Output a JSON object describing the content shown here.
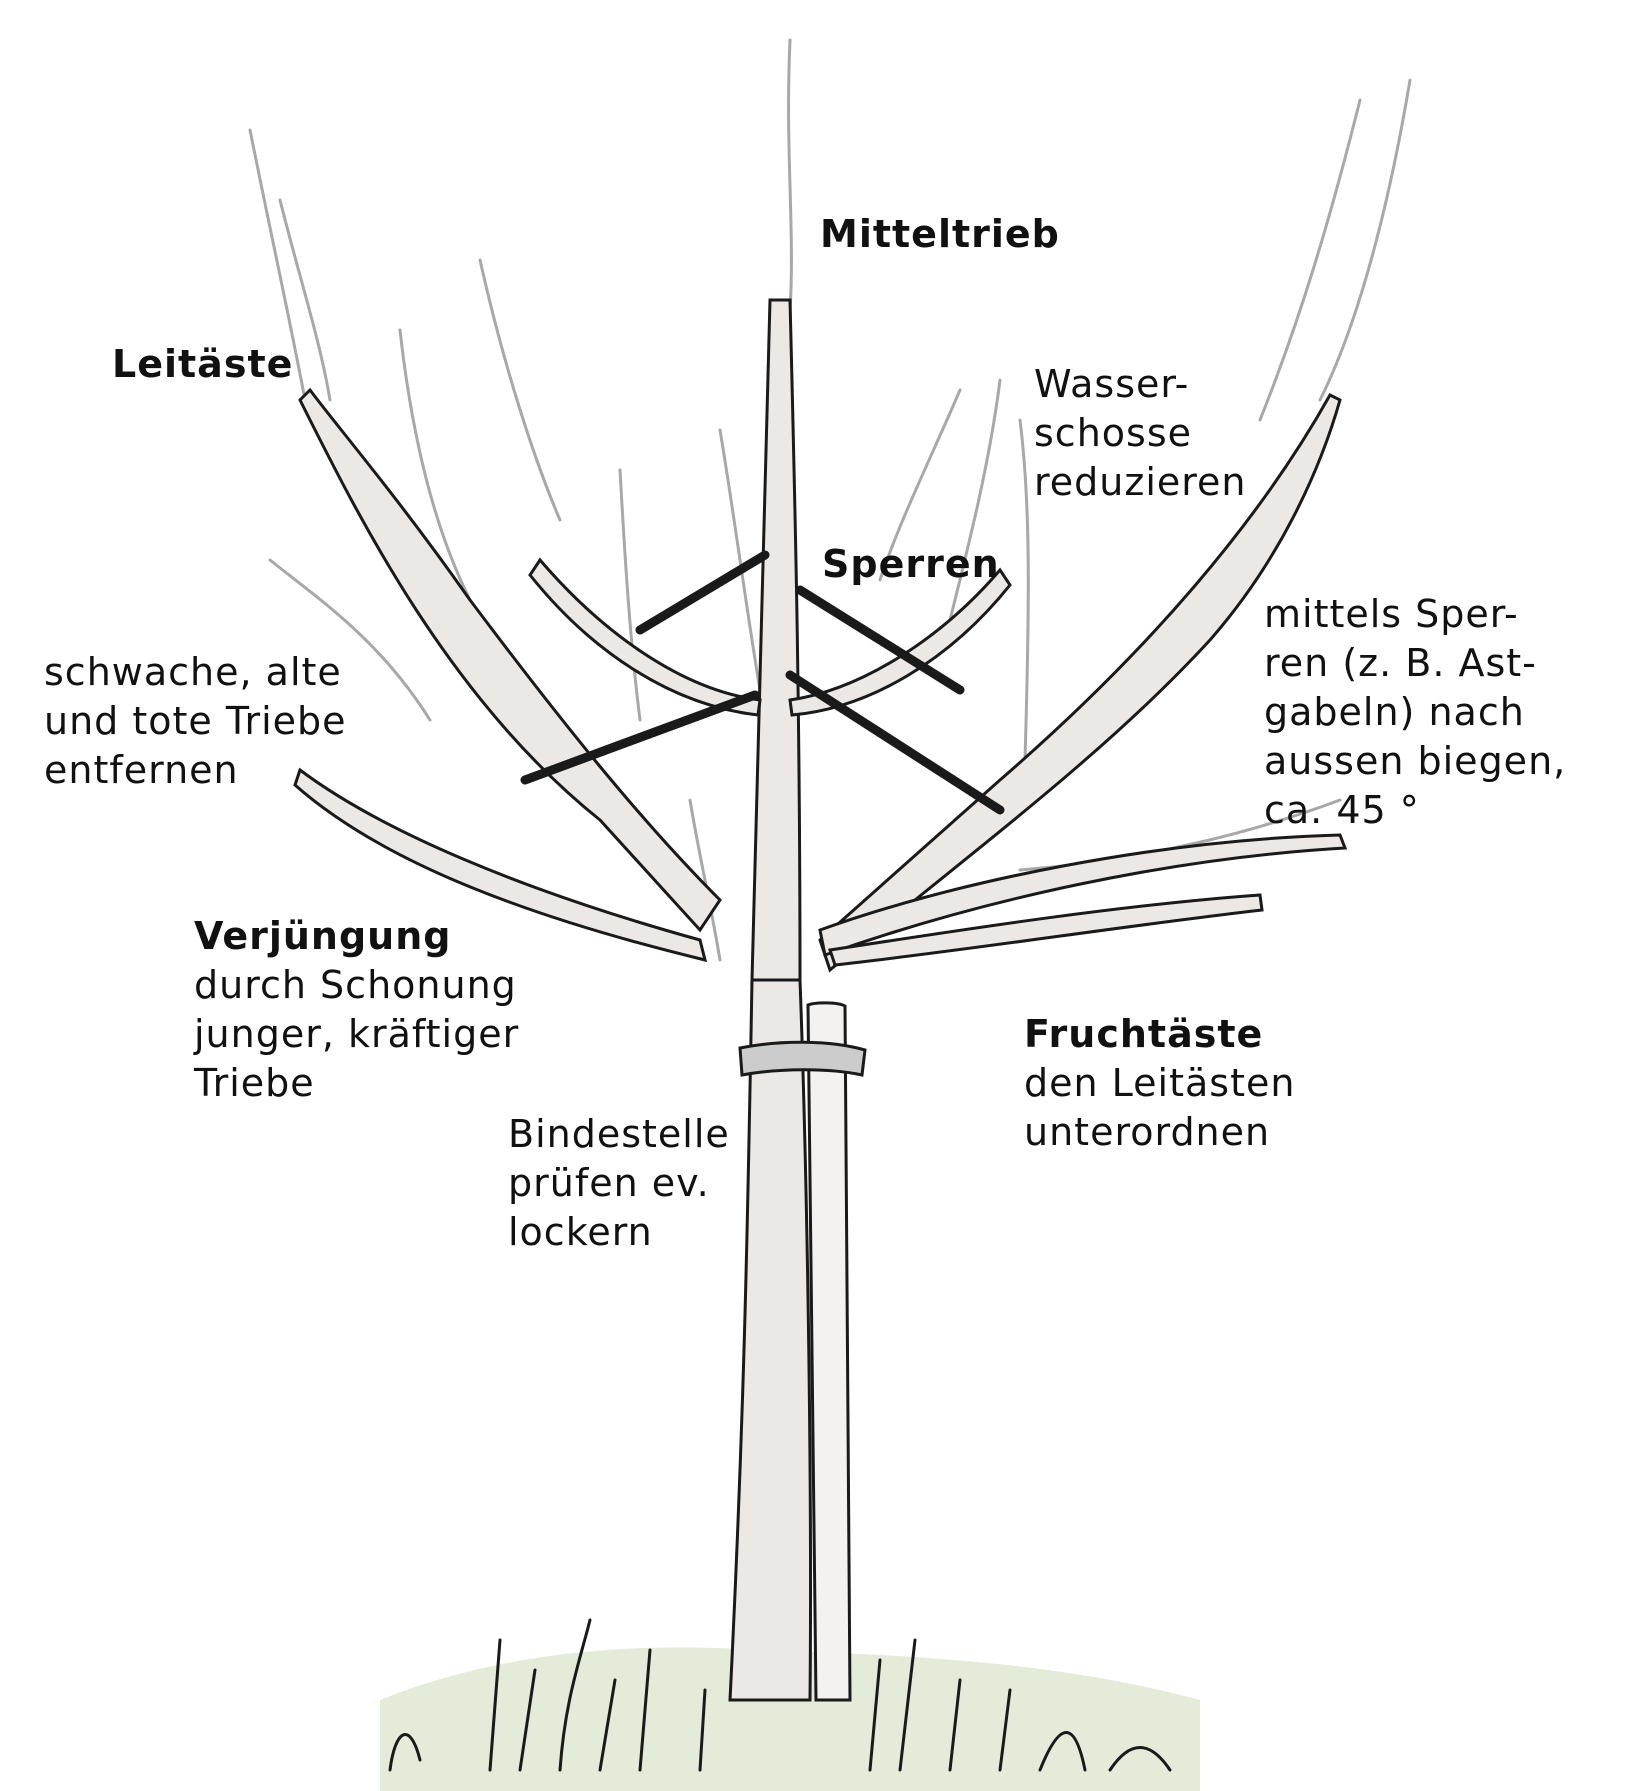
{
  "labels": {
    "mitteltrieb": "Mitteltrieb",
    "leitaeste": "Leitäste",
    "wasserschosse": [
      "Wasser-",
      "schosse",
      "reduzieren"
    ],
    "sperren": "Sperren",
    "mittels": [
      "mittels Sper-",
      "ren (z. B. Ast-",
      "gabeln) nach",
      "aussen biegen,",
      "ca. 45 °"
    ],
    "schwache": [
      "schwache, alte",
      "und tote Triebe",
      "entfernen"
    ],
    "verjuengung_title": "Verjüngung",
    "verjuengung": [
      "durch Schonung",
      "junger, kräftiger",
      "Triebe"
    ],
    "fruchtaeste_title": "Fruchtäste",
    "fruchtaeste": [
      "den Leitästen",
      "unterordnen"
    ],
    "bindestelle": [
      "Bindestelle",
      "prüfen ev.",
      "lockern"
    ]
  },
  "colors": {
    "ink": "#1a1a1a",
    "wood_fill": "#ece8e6",
    "pencil": "#9a9a9a",
    "grass": "#d9e3cc"
  }
}
